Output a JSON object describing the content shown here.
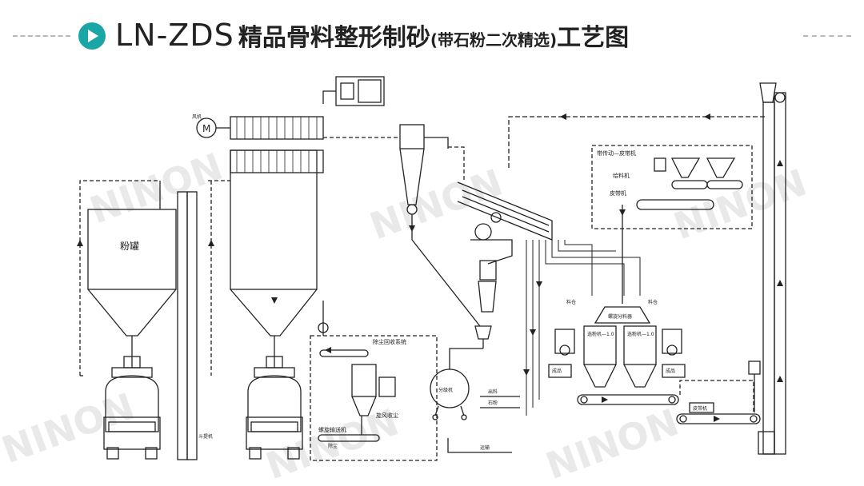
{
  "header": {
    "model": "LN-ZDS",
    "title_main": "精品骨料整形制砂",
    "title_paren": "(带石粉二次精选)",
    "title_end": "工艺图"
  },
  "labels": {
    "silo_left": "粉罐",
    "inset_right_title": "带传动—皮带机",
    "inset_right_label_a": "给料机",
    "inset_right_label_b": "皮带机",
    "inset_bottom_title": "除尘回收系统",
    "inset_bottom_label_a": "旋风收尘",
    "inset_bottom_label_b": "螺旋输送机",
    "separator_left": "选粉机—1.0",
    "separator_right": "选粉机—1.0",
    "center_box": "螺旋分料器",
    "cone_left": "料仓",
    "cone_right": "料仓",
    "small_a": "成品",
    "small_b": "成品",
    "belt_label": "皮带机",
    "lift_label": "斗提机",
    "pump_label": "风机",
    "drum_label": "分级机",
    "elevator_label": "运输",
    "misc_a": "出料",
    "misc_b": "石粉",
    "misc_c": "除尘"
  },
  "watermark": "NINON",
  "colors": {
    "accent": "#1aa6a6",
    "line": "#222222",
    "watermark": "#e6e6e6"
  }
}
